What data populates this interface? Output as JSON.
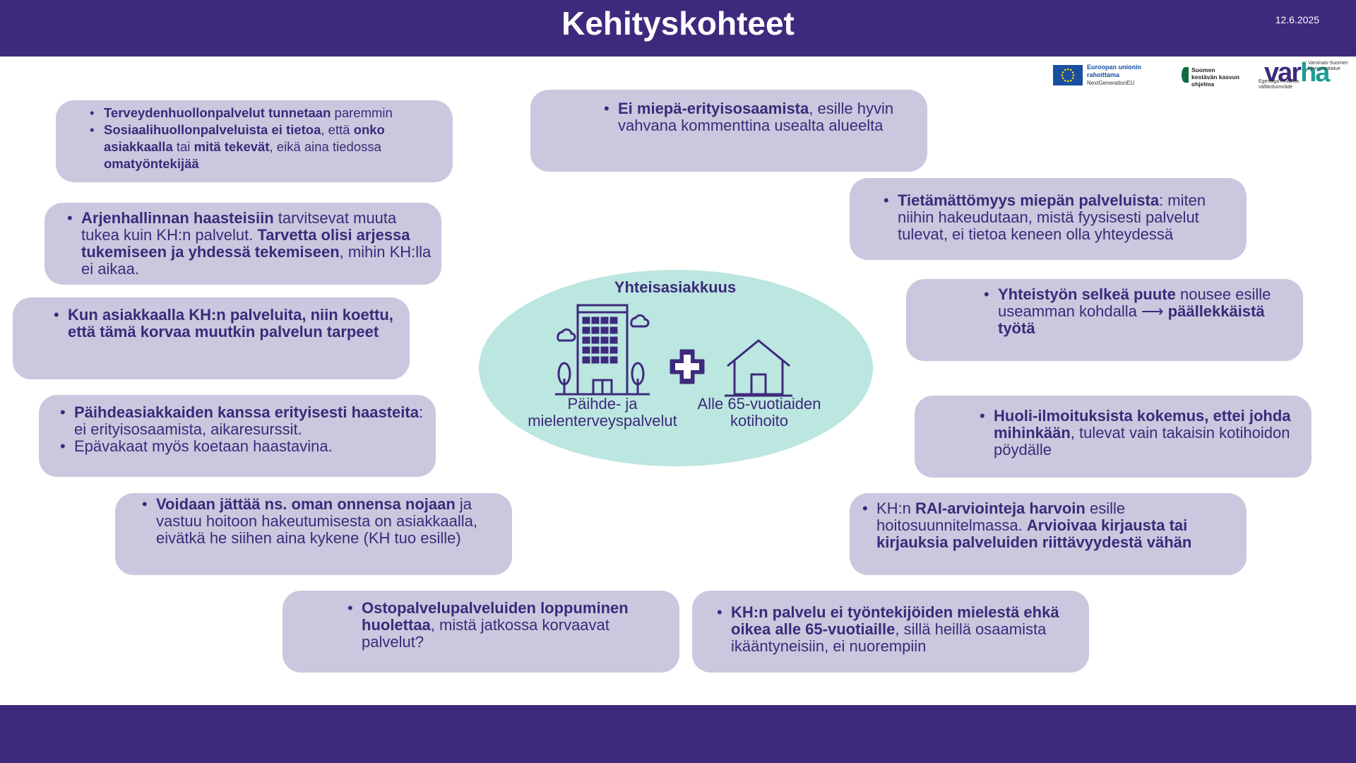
{
  "header": {
    "title": "Kehityskohteet",
    "date": "12.6.2025"
  },
  "logos": {
    "eu": {
      "line1": "Euroopan unionin",
      "line2": "rahoittama",
      "line3": "NextGenerationEU"
    },
    "skk": {
      "line1": "Suomen",
      "line2": "kestävän kasvun",
      "line3": "ohjelma"
    },
    "varha": {
      "var": "var",
      "ha": "ha",
      "small1": "Varsinais-Suomen",
      "small2": "hyvinvointialue",
      "small3": "Egentliga Finlands",
      "small4": "välfärdsområde"
    }
  },
  "center": {
    "title": "Yhteisasiakkuus",
    "label_left_1": "Päihde- ja",
    "label_left_2": "mielenterveyspalvelut",
    "label_right_1": "Alle 65-vuotiaiden",
    "label_right_2": "kotihoito"
  },
  "bubbles": {
    "b1": {
      "i1_b": "Terveydenhuollonpalvelut tunnetaan",
      "i1_n": " paremmin",
      "i2_b1": "Sosiaalihuollonpalveluista ei tietoa",
      "i2_n1": ", että ",
      "i2_b2": "onko asiakkaalla",
      "i2_n2": " tai ",
      "i2_b3": "mitä tekevät",
      "i2_n3": ", eikä aina tiedossa ",
      "i2_b4": "omatyöntekijää"
    },
    "b2": {
      "b": "Ei miepä-erityisosaamista",
      "n": ", esille hyvin vahvana kommenttina usealta alueelta"
    },
    "b3": {
      "b1": "Arjenhallinnan haasteisiin",
      "n1": " tarvitsevat muuta tukea kuin KH:n palvelut. ",
      "b2": "Tarvetta olisi arjessa tukemiseen ja yhdessä tekemiseen",
      "n2": ", mihin KH:lla ei aikaa."
    },
    "b4": {
      "b": "Tietämättömyys miepän palveluista",
      "n": ": miten niihin hakeudutaan, mistä fyysisesti palvelut tulevat, ei tietoa keneen olla yhteydessä"
    },
    "b5": {
      "b": "Kun asiakkaalla KH:n palveluita, niin koettu, että tämä korvaa muutkin palvelun tarpeet"
    },
    "b6": {
      "b1": "Yhteistyön selkeä puute",
      "n": " nousee esille useamman kohdalla ⟶ ",
      "b2": "päällekkäistä työtä"
    },
    "b7": {
      "i1_b": "Päihdeasiakkaiden kanssa erityisesti haasteita",
      "i1_n": ": ei erityisosaamista, aikaresurssit.",
      "i2_n": "Epävakaat myös koetaan haastavina."
    },
    "b8": {
      "b1": "Huoli-ilmoituksista kokemus, ettei johda mihinkään",
      "n": ", tulevat vain takaisin kotihoidon pöydälle"
    },
    "b9": {
      "b": "Voidaan jättää ns. oman onnensa nojaan",
      "n": " ja vastuu hoitoon hakeutumisesta on asiakkaalla, eivätkä he siihen aina kykene (KH tuo esille)"
    },
    "b10": {
      "n1": "KH:n ",
      "b1": "RAI-arviointeja harvoin",
      "n2": " esille hoitosuunnitelmassa. ",
      "b2": "Arvioivaa kirjausta tai kirjauksia palveluiden riittävyydestä vähän"
    },
    "b11": {
      "b": "Ostopalvelupalveluiden loppuminen huolettaa",
      "n": ", mistä jatkossa korvaavat palvelut?"
    },
    "b12": {
      "b": "KH:n palvelu ei työntekijöiden mielestä ehkä oikea alle 65-vuotiaille",
      "n": ", sillä heillä osaamista ikääntyneisiin, ei nuorempiin"
    }
  },
  "colors": {
    "header_bg": "#3d2a7d",
    "bubble_bg": "#cbc7de",
    "ellipse_bg": "#bce6e0",
    "text": "#3b2a7a",
    "icon": "#3d2a7d"
  },
  "icons": [
    "building-icon",
    "plus-icon",
    "house-icon",
    "eu-flag-icon",
    "skk-logo-icon"
  ]
}
